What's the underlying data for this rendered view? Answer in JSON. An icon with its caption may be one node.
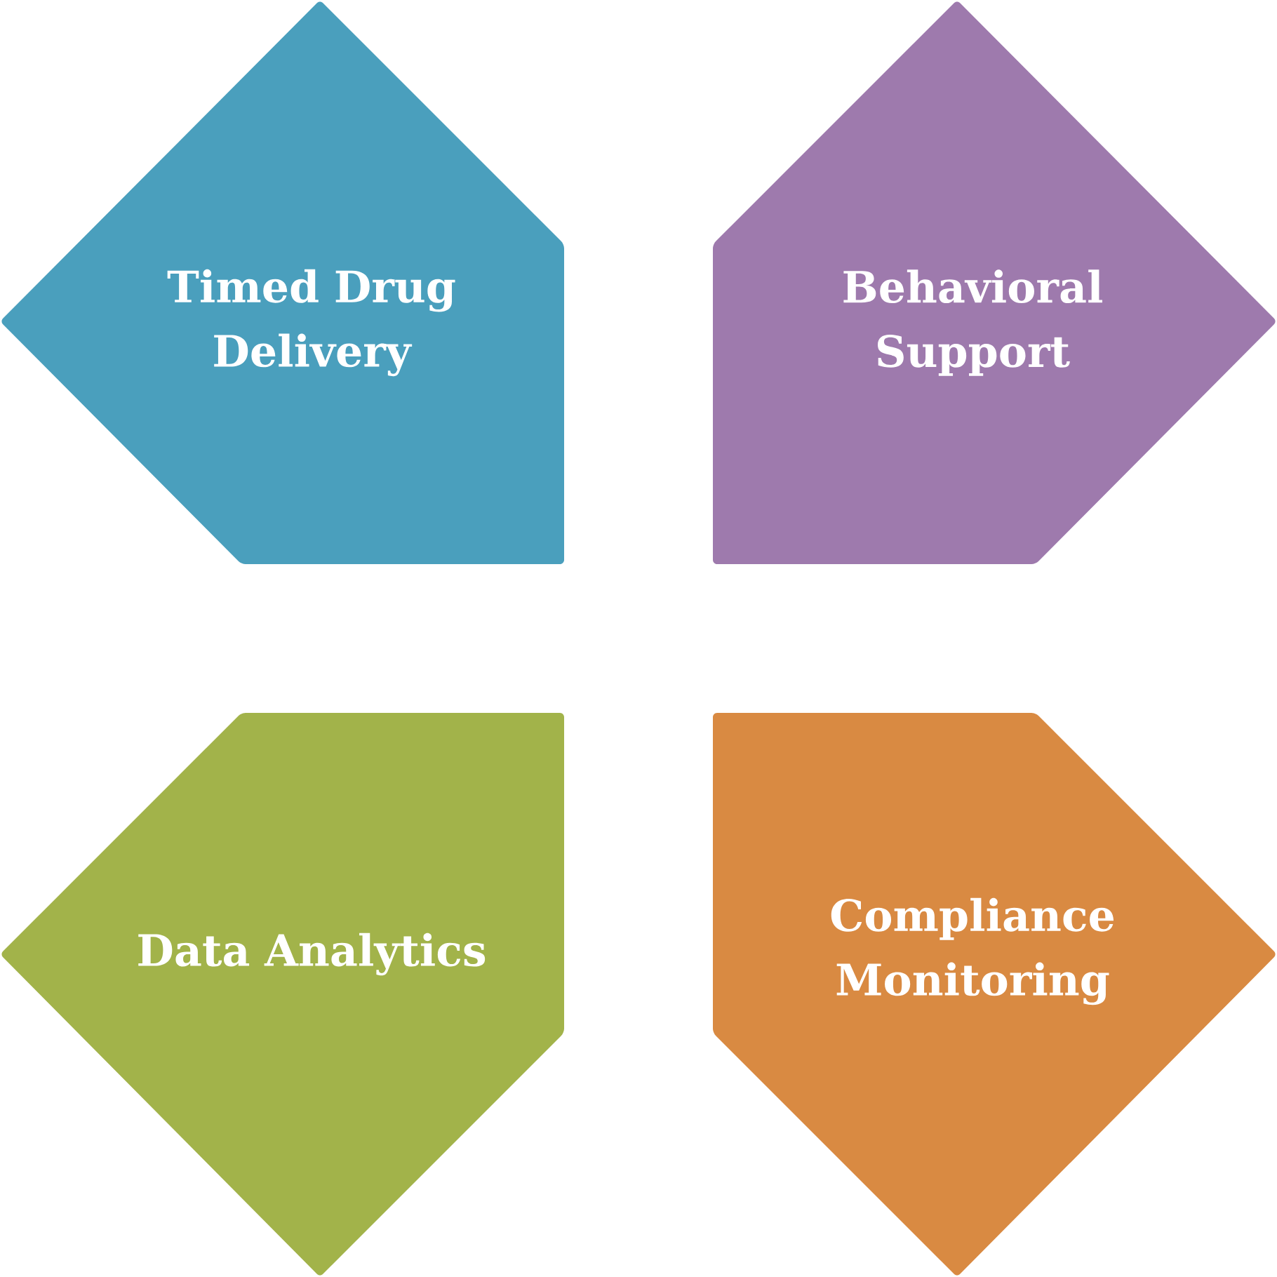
{
  "diagram": {
    "nodes": [
      {
        "text": [
          "Timed Drug Delivery"
        ]
      },
      {
        "text": [
          "Behavioral Support"
        ]
      },
      {
        "text": [
          "Data Analytics"
        ]
      },
      {
        "text": [
          "Compliance Monitoring"
        ]
      }
    ]
  }
}
